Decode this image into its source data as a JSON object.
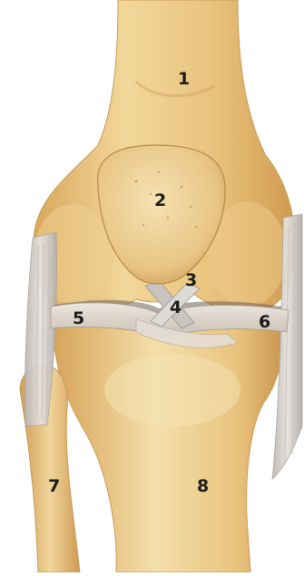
{
  "labels": {
    "femur": "1",
    "patella": "2",
    "posterior_cruciate_ligament": "3",
    "anterior_cruciate_ligament": "4",
    "lateral_meniscus": "5",
    "medial_meniscus": "6",
    "fibula": "7",
    "tibia": "8"
  },
  "colors": {
    "bone": "#e6c27e",
    "bone_light": "#f3dca4",
    "bone_shadow": "#c99a52",
    "ligament": "#d9d4cf",
    "ligament_shadow": "#a9a39e",
    "meniscus": "#dcd2c7",
    "label": "#1c1c1c"
  }
}
